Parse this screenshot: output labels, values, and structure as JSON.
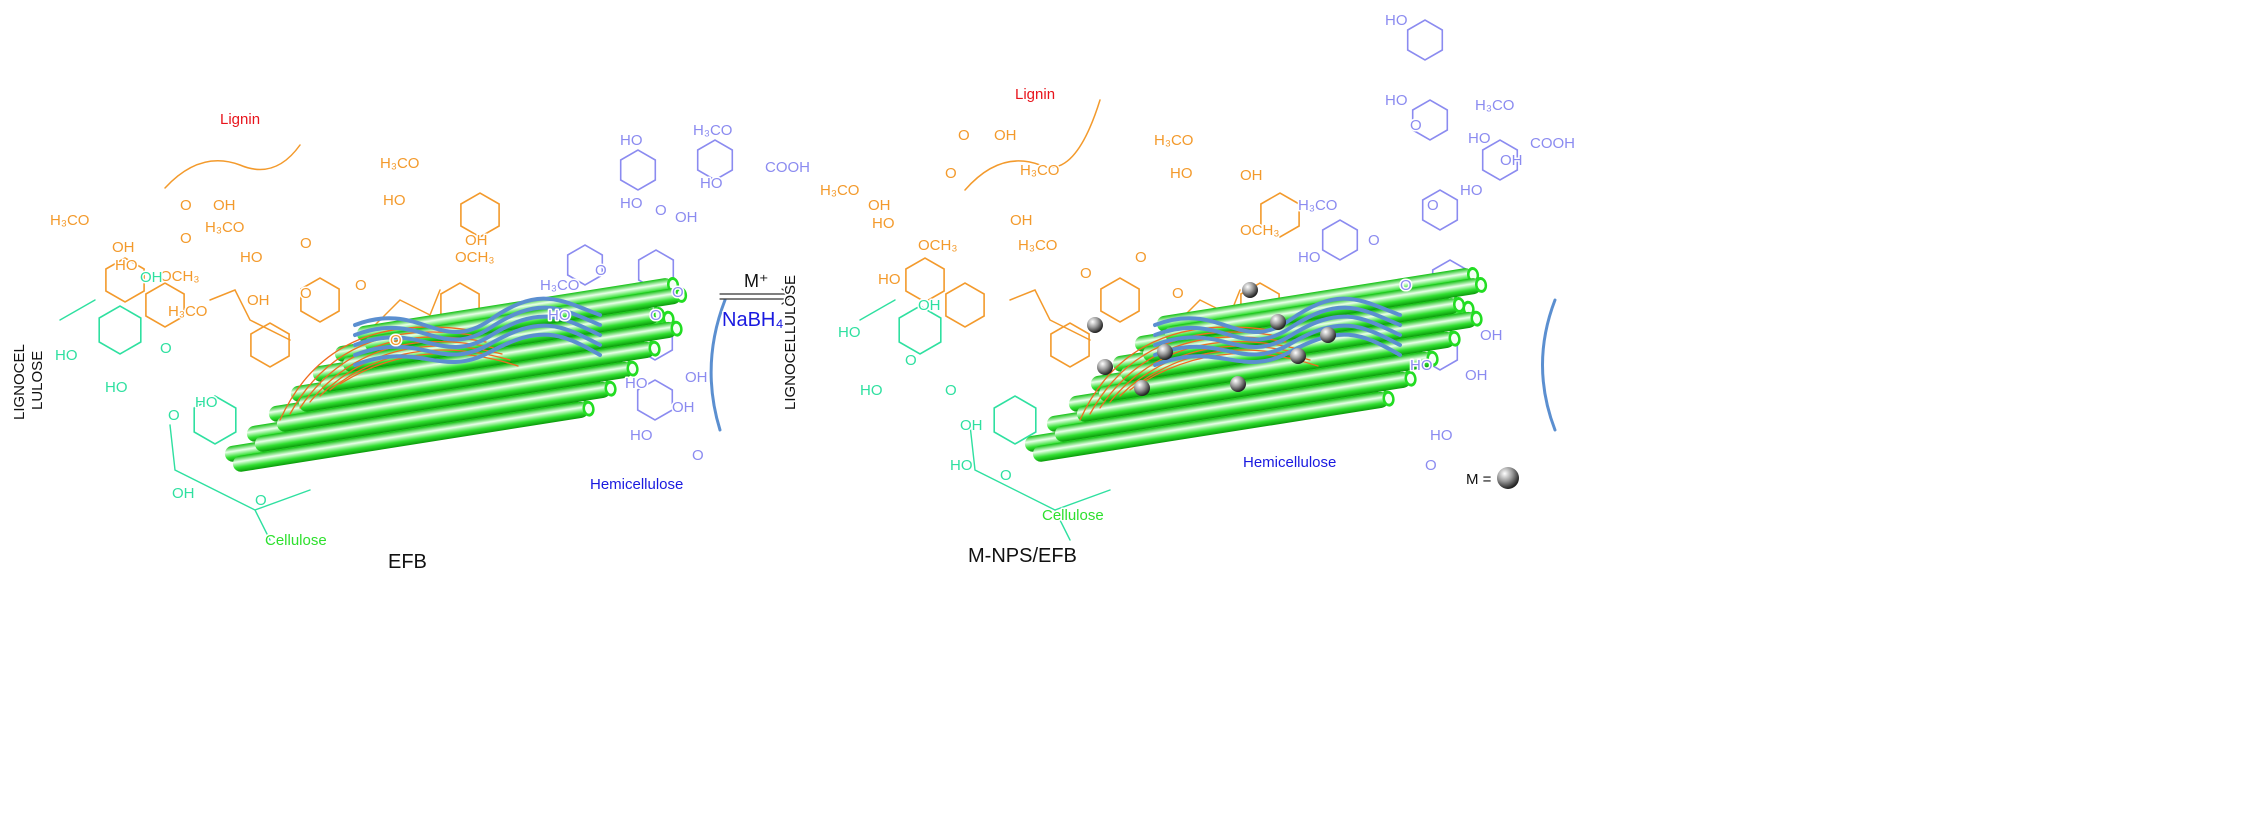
{
  "left_panel": {
    "caption": "EFB",
    "side_label_line1": "LIGNOCEL",
    "side_label_line2": "LULOSE",
    "lignin_title": "Lignin",
    "hemicellulose_title": "Hemicellulose",
    "cellulose_title": "Cellulose",
    "lignin_atoms": [
      "H₃CO",
      "OH",
      "HO",
      "OCH₃",
      "O",
      "OH",
      "O",
      "H₃CO",
      "H₃CO",
      "HO",
      "OH",
      "O",
      "O",
      "O",
      "O",
      "H₃CO",
      "HO",
      "OH",
      "OCH₃"
    ],
    "hemicellulose_atoms": [
      "HO",
      "HO",
      "O",
      "H₃CO",
      "COOH",
      "HO",
      "OH",
      "O",
      "H₃CO",
      "O",
      "HO",
      "O",
      "HO",
      "HO",
      "OH",
      "OH",
      "O"
    ],
    "cellulose_atoms": [
      "OH",
      "HO",
      "O",
      "HO",
      "O",
      "HO",
      "OH",
      "O"
    ]
  },
  "arrow": {
    "reagent_top": "M⁺",
    "reagent_bottom": "NaBH₄"
  },
  "right_panel": {
    "caption": "M-NPS/EFB",
    "side_label": "LIGNOCELLULOSE",
    "lignin_title": "Lignin",
    "hemicellulose_title": "Hemicellulose",
    "cellulose_title": "Cellulose",
    "legend_label": "M =",
    "lignin_atoms": [
      "H₃CO",
      "OH",
      "HO",
      "OCH₃",
      "O",
      "OH",
      "O",
      "H₃CO",
      "HO",
      "OH",
      "H₃CO",
      "O",
      "O",
      "O",
      "H₃CO",
      "HO",
      "OH",
      "OCH₃"
    ],
    "hemicellulose_atoms": [
      "HO",
      "HO",
      "O",
      "H₃CO",
      "HO",
      "OH",
      "COOH",
      "HO",
      "O",
      "H₃CO",
      "O",
      "HO",
      "O",
      "HO",
      "HO",
      "OH",
      "OH",
      "O"
    ],
    "cellulose_atoms": [
      "OH",
      "HO",
      "O",
      "HO",
      "O",
      "HO",
      "OH",
      "O"
    ]
  },
  "colors": {
    "lignin": "#f39a2c",
    "hemicellulose": "#8b8bf0",
    "cellulose": "#2fe0a0",
    "fiber": "#22e022",
    "strand": "#5b8fd0",
    "title_red": "#e8141c",
    "title_blue": "#1a1ae0",
    "title_green": "#2ee02e"
  }
}
